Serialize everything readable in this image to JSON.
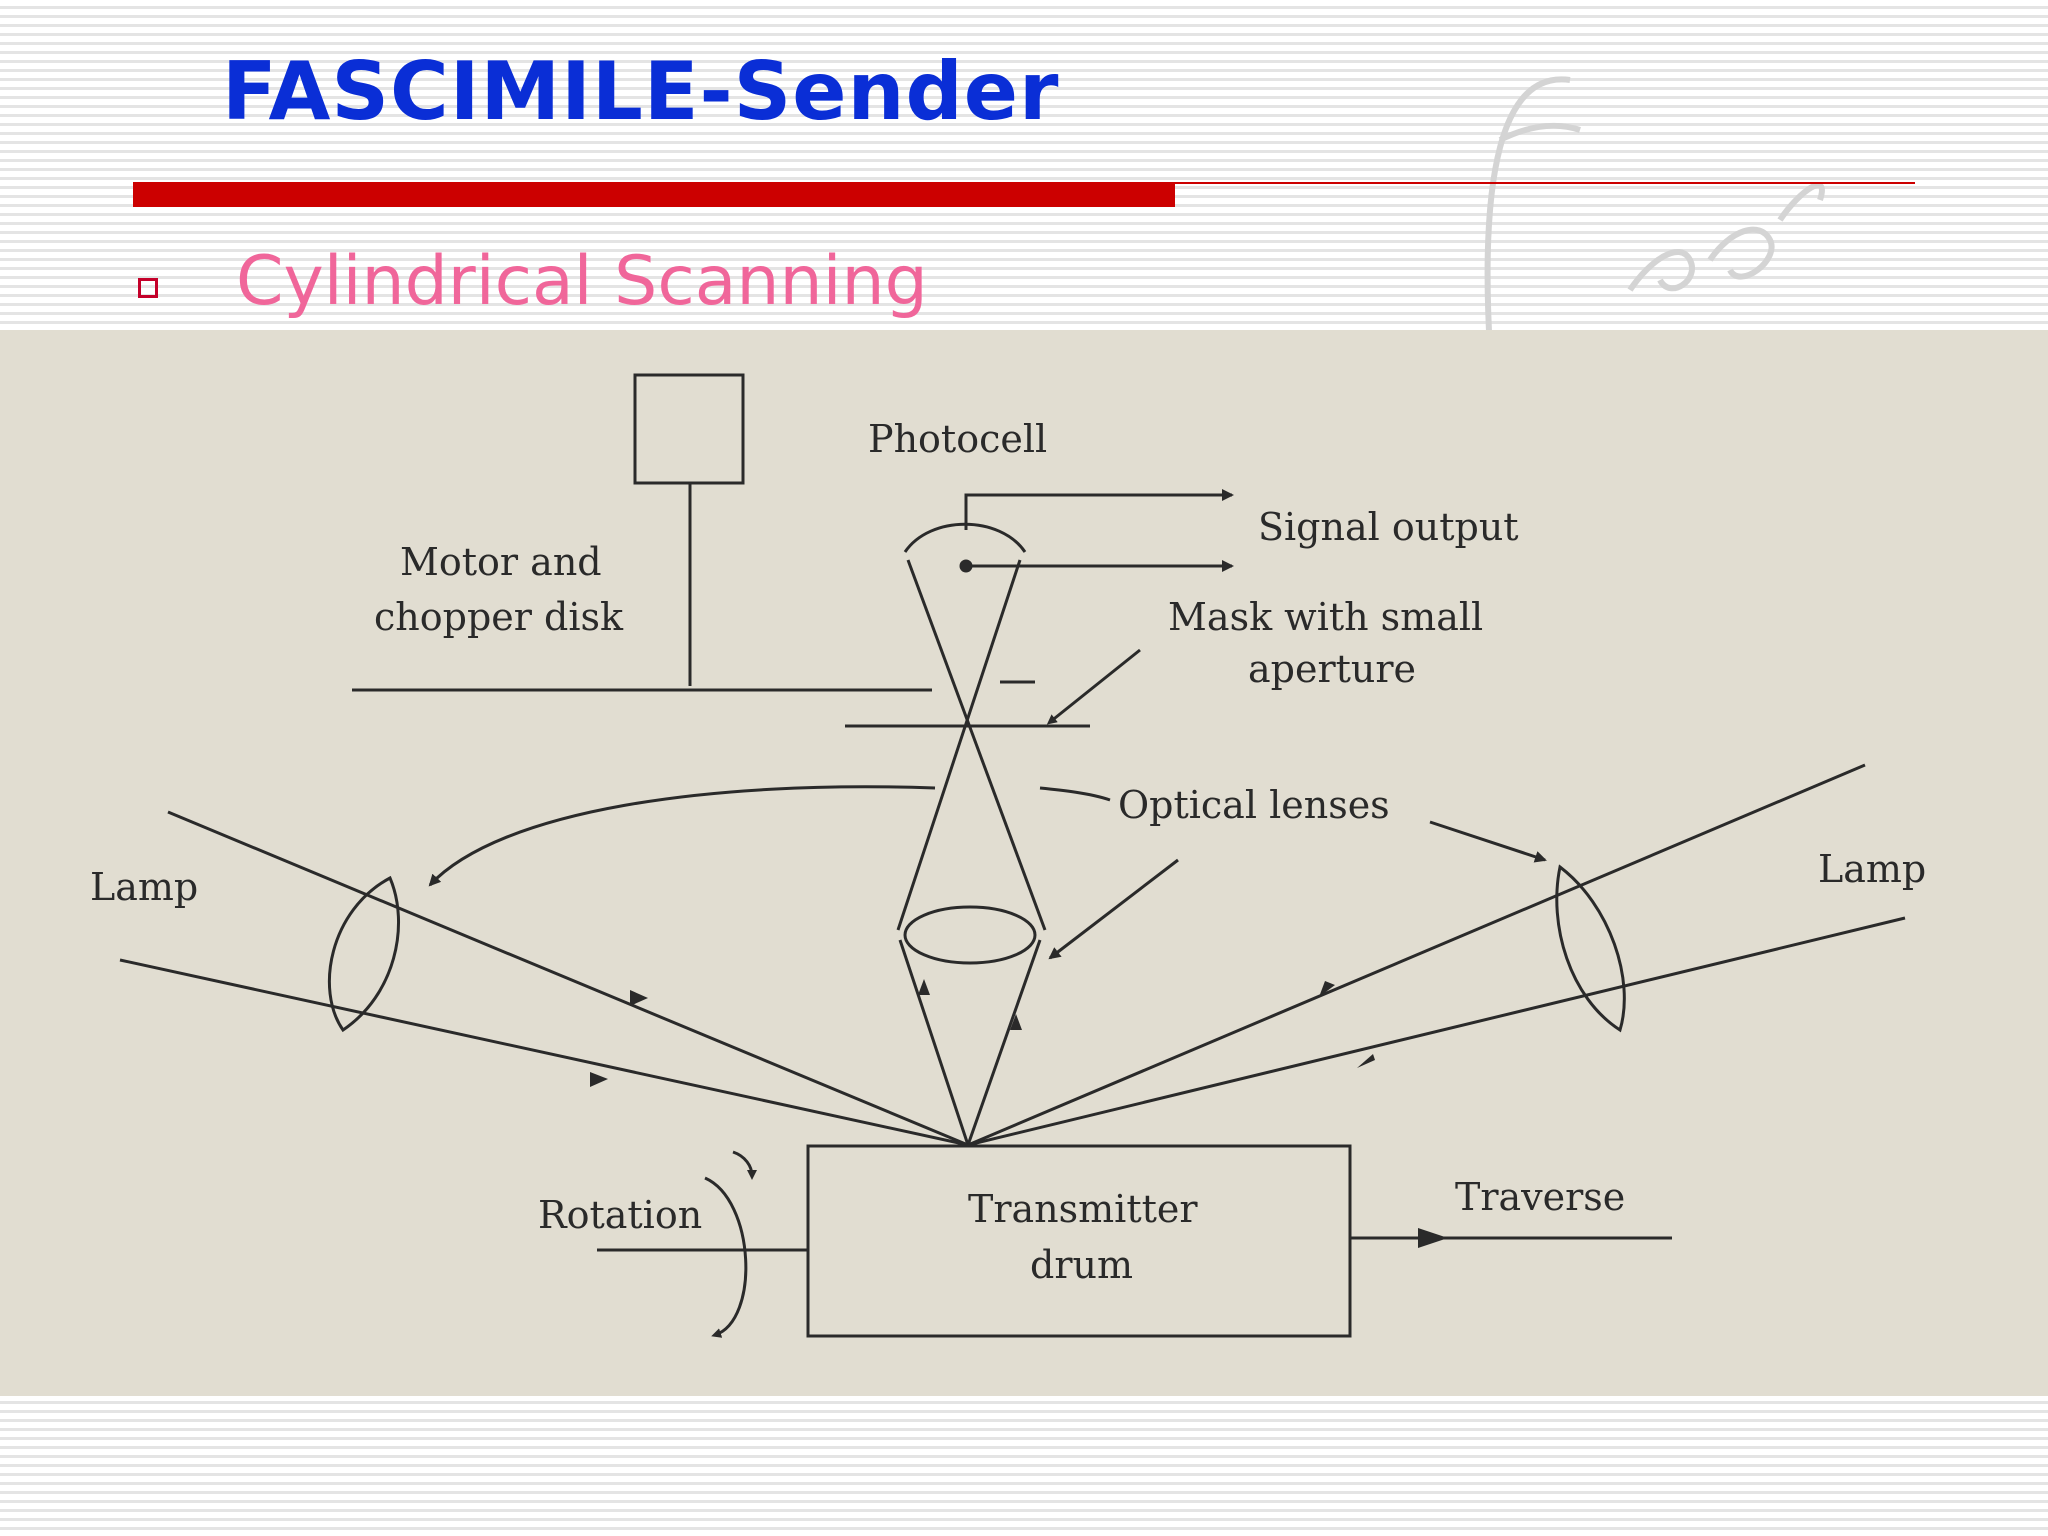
{
  "slide": {
    "title": "FASCIMILE-Sender",
    "bullet": "Cylindrical Scanning"
  },
  "colors": {
    "title": "#0a2ed6",
    "subtitle": "#f0669a",
    "rule": "#cc0000",
    "diagram_background": "#e1ddd1",
    "ink": "#2a2a2a"
  },
  "diagram": {
    "labels": {
      "photocell": "Photocell",
      "signal_output": "Signal output",
      "motor_line1": "Motor and",
      "motor_line2": "chopper disk",
      "mask_line1": "Mask with small",
      "mask_line2": "aperture",
      "optical_lenses": "Optical lenses",
      "lamp_left": "Lamp",
      "lamp_right": "Lamp",
      "rotation": "Rotation",
      "drum_line1": "Transmitter",
      "drum_line2": "drum",
      "traverse": "Traverse"
    }
  }
}
